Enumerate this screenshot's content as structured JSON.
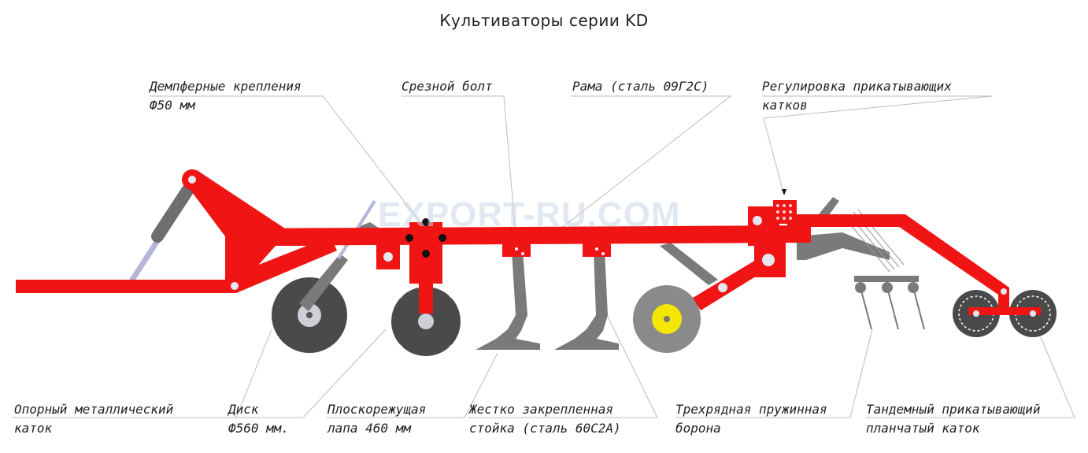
{
  "title": "Культиваторы серии KD",
  "labels": {
    "damper": [
      "Демпферные крепления",
      "Ф50 мм"
    ],
    "shear_bolt": [
      "Срезной болт"
    ],
    "frame": [
      "Рама (сталь 09Г2С)"
    ],
    "roller_adjust": [
      "Регулировка прикатывающих",
      "катков"
    ],
    "support_roller": [
      "Опорный металлический",
      "каток"
    ],
    "disc": [
      "Диск",
      "Ф560 мм."
    ],
    "flat_paw": [
      "Плоскорежущая",
      "лапа 460 мм"
    ],
    "fixed_rack": [
      "Жестко закрепленная",
      "стойка (сталь 60С2А)"
    ],
    "spring_harrow": [
      "Трехрядная пружинная",
      "борона"
    ],
    "tandem_roller": [
      "Тандемный прикатывающий",
      "планчатый каток"
    ]
  },
  "watermark": "EXPORT-RU.COM",
  "colors": {
    "frame": "#f01414",
    "steel": "#7a7a7a",
    "wheel": "#4a4a4a",
    "hub_yellow": "#f5e600",
    "leader": "#bdbdbd"
  }
}
